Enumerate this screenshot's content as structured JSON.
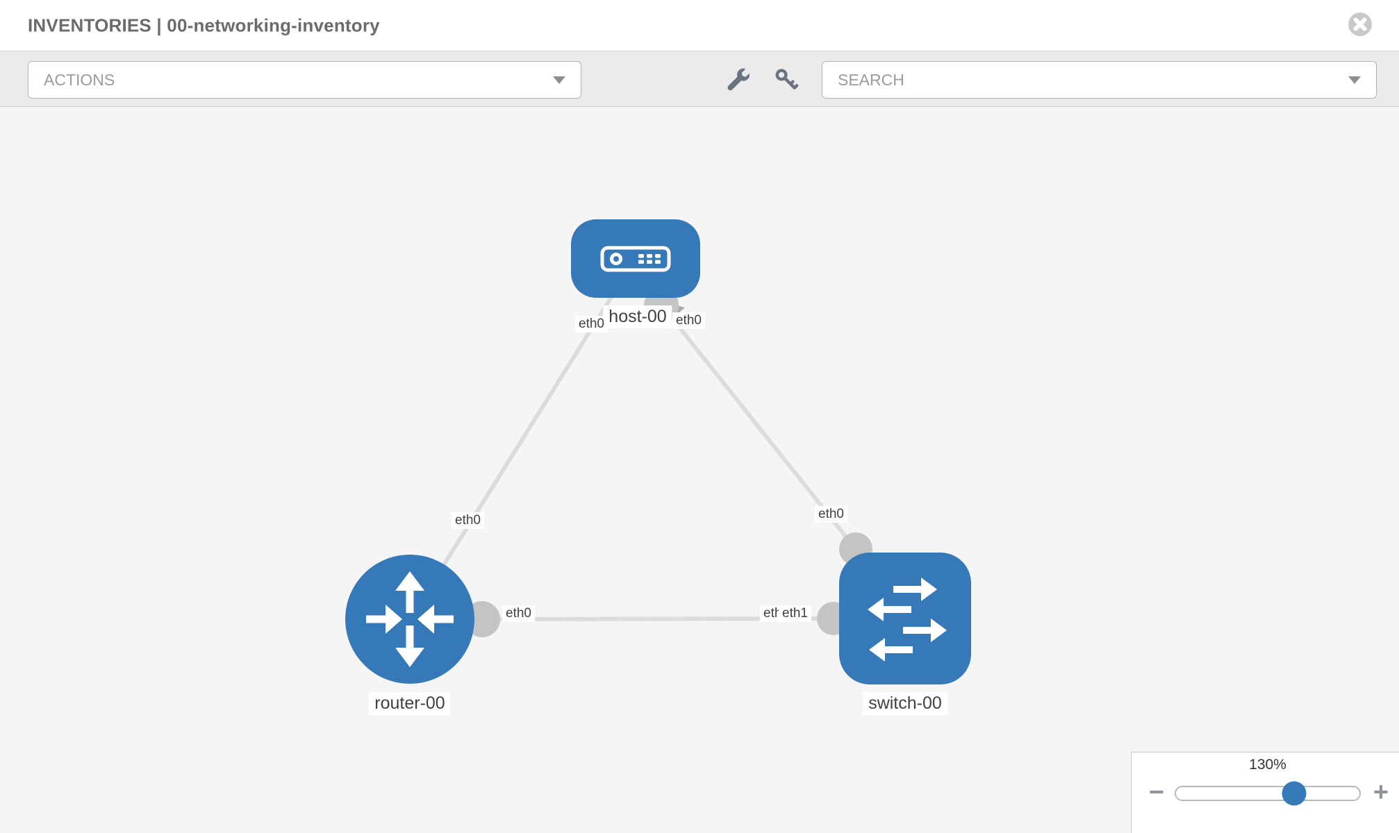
{
  "window": {
    "title": "INVENTORIES | 00-networking-inventory"
  },
  "toolbar": {
    "actions_label": "ACTIONS",
    "search_placeholder": "SEARCH",
    "icons": [
      "wrench-icon",
      "key-icon"
    ]
  },
  "nodes": [
    {
      "label": "host-00",
      "type": "host"
    },
    {
      "label": "router-00",
      "type": "router"
    },
    {
      "label": "switch-00",
      "type": "switch"
    }
  ],
  "links": [
    {
      "from": "router-00",
      "to": "host-00"
    },
    {
      "from": "host-00",
      "to": "switch-00"
    },
    {
      "from": "router-00",
      "to": "switch-00"
    }
  ],
  "interface_labels": [
    {
      "name": "eth0",
      "location": "host-left"
    },
    {
      "name": "eth0",
      "location": "host-right"
    },
    {
      "name": "eth0",
      "location": "link-router-host"
    },
    {
      "name": "eth0",
      "location": "link-host-switch"
    },
    {
      "name": "eth0",
      "location": "router-right"
    },
    {
      "name": "eth0",
      "location": "switch-left-behind"
    },
    {
      "name": "eth1",
      "location": "switch-left-front"
    }
  ],
  "zoom_control": {
    "percent": "130%",
    "minus": "−",
    "plus": "+"
  },
  "colors": {
    "node_blue": "#3579b8",
    "link_gray": "#dcdcdc",
    "dot_gray": "#c4c4c4",
    "toolbar_bg": "#ebebeb",
    "canvas_bg": "#f5f5f5",
    "title_gray": "#6b6b6b",
    "icon_slate": "#6a7380"
  }
}
